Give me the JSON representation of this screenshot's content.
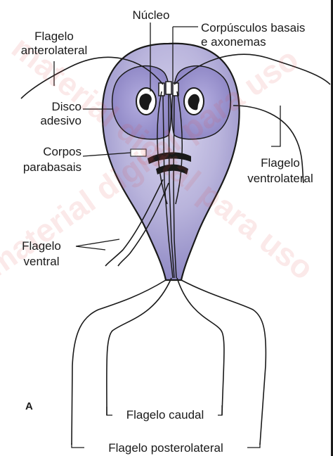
{
  "figure_letter": "A",
  "labels": {
    "nucleo": "Núcleo",
    "corpusculos_1": "Corpúsculos basais",
    "corpusculos_2": "e axonemas",
    "flag_antero_1": "Flagelo",
    "flag_antero_2": "anterolateral",
    "disco_1": "Disco",
    "disco_2": "adesivo",
    "corpos_1": "Corpos",
    "corpos_2": "parabasais",
    "flag_ventrolat_1": "Flagelo",
    "flag_ventrolat_2": "ventrolateral",
    "flag_ventral_1": "Flagelo",
    "flag_ventral_2": "ventral",
    "flag_caudal": "Flagelo caudal",
    "flag_posterolat": "Flagelo posterolateral"
  },
  "watermark": "material digital para uso",
  "colors": {
    "body_fill": "#b9b4dc",
    "disc_fill": "#8d86c6",
    "line": "#1a1a1a",
    "watermark": "#e14646"
  }
}
